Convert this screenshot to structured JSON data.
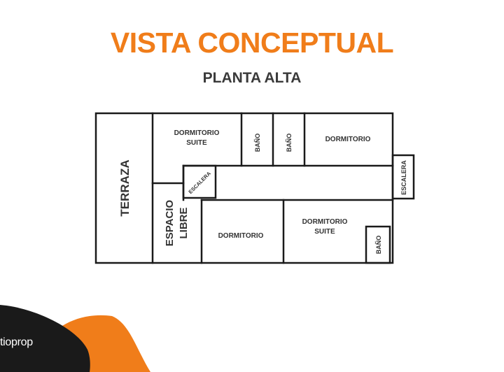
{
  "header": {
    "title": "VISTA CONCEPTUAL",
    "subtitle": "PLANTA ALTA"
  },
  "floor_plan": {
    "rooms": {
      "terraza": "TERRAZA",
      "dormitorio_suite_top_line1": "DORMITORIO",
      "dormitorio_suite_top_line2": "SUITE",
      "bano_1": "BAÑO",
      "bano_2": "BAÑO",
      "dormitorio_top_right": "DORMITORIO",
      "escalera_inner": "ESCALERA",
      "escalera_right": "ESCALERA",
      "espacio_libre_line1": "ESPACIO",
      "espacio_libre_line2": "LIBRE",
      "dormitorio_bottom": "DORMITORIO",
      "dormitorio_suite_bottom_line1": "DORMITORIO",
      "dormitorio_suite_bottom_line2": "SUITE",
      "bano_3": "BAÑO"
    }
  },
  "footer": {
    "brand": "tioprop"
  },
  "colors": {
    "accent": "#f07d1a",
    "footer_dark": "#1a1a1a",
    "wall": "#1a1a1a"
  }
}
